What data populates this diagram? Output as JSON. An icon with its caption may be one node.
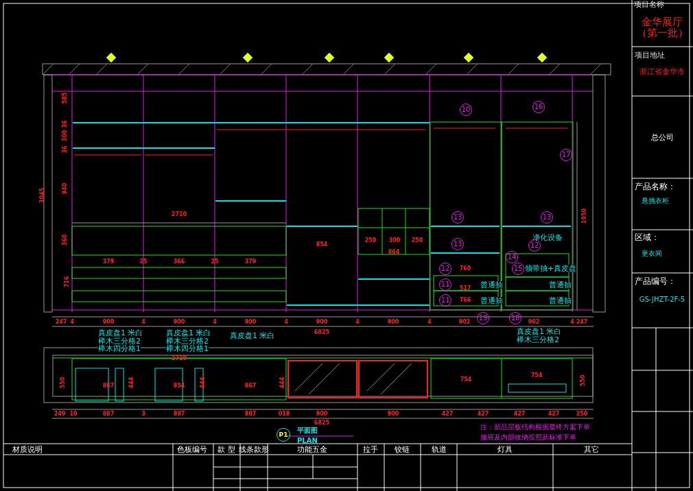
{
  "diagram": {
    "labels": [
      "项目名称",
      "金华展厅",
      "（第一批）",
      "项目地址",
      "浙江省金华市",
      "总公司",
      "产品名称：",
      "悬挑衣柜",
      "区域：",
      "更衣间",
      "产品编号：",
      "GS-JHZT-2F-5",
      "585",
      "36",
      "300",
      "36",
      "940",
      "360",
      "716",
      "3045",
      "1950",
      "2710",
      "379",
      "25",
      "366",
      "25",
      "379",
      "854",
      "250",
      "300",
      "250",
      "864",
      "760",
      "517",
      "766",
      "净化设备",
      "领带抽+真皮盘",
      "普通抽",
      "普通抽",
      "普通抽",
      "普通抽",
      "10",
      "16",
      "17",
      "13",
      "13",
      "13",
      "12",
      "12",
      "14",
      "15",
      "11",
      "11",
      "19",
      "18",
      "247",
      "4",
      "900",
      "4",
      "900",
      "4",
      "900",
      "4",
      "900",
      "4",
      "900",
      "4",
      "902",
      "902",
      "4",
      "247",
      "6825",
      "真皮盘1 米白",
      "榉木三分格2",
      "榉木四分格1",
      "真皮盘1 米白",
      "榉木三分格2",
      "榉木四分格1",
      "真皮盘1 米白",
      "真皮盘1 米白",
      "榉木三分格2",
      "2710",
      "550",
      "867",
      "444",
      "854",
      "444",
      "867",
      "444",
      "754",
      "754",
      "550",
      "249",
      "10",
      "887",
      "3",
      "887",
      "887",
      "018",
      "900",
      "900",
      "427",
      "427",
      "427",
      "427",
      "250",
      "6825",
      "P1",
      "平面图",
      "PLAN",
      "注：新品层板结构根据最终方案下单",
      "抽屉及内部收纳按照新标准下单",
      "材质说明",
      "色板编号",
      "款 型",
      "线条款形",
      "功能五金",
      "拉手",
      "铰链",
      "轨道",
      "灯具",
      "其它"
    ]
  }
}
